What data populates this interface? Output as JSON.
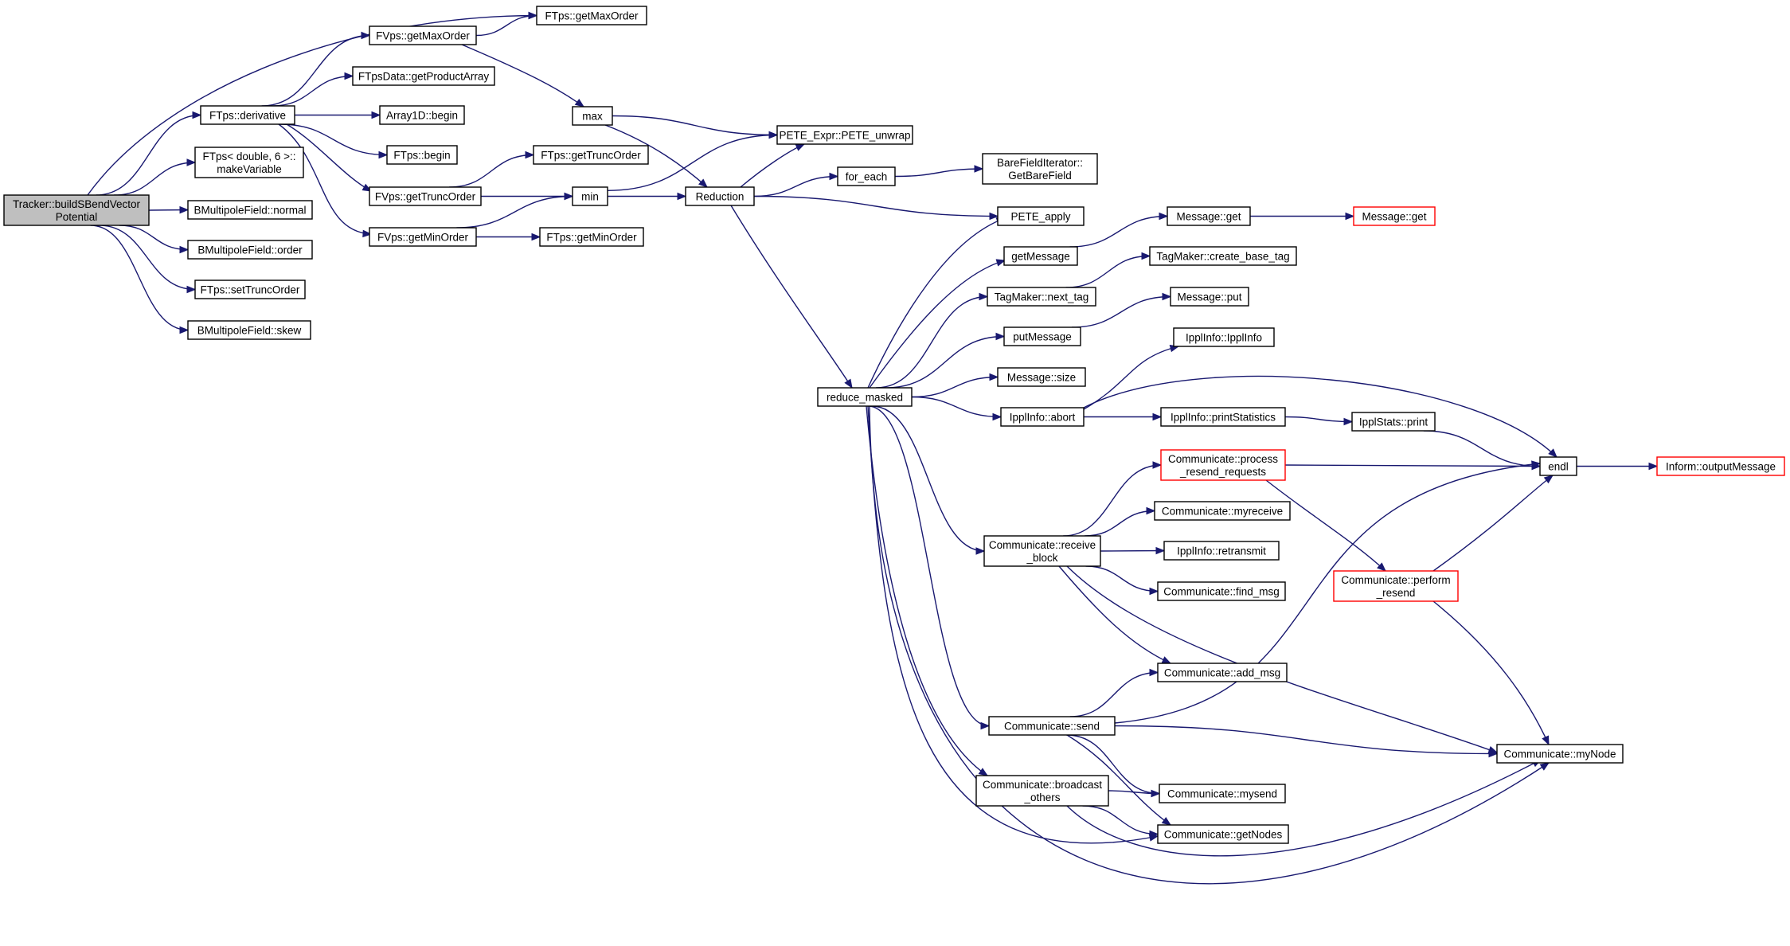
{
  "graph": {
    "nodes": [
      {
        "id": "root",
        "lines": [
          "Tracker::buildSBendVector",
          "Potential"
        ],
        "root": true
      },
      {
        "id": "ftps_getmaxorder",
        "lines": [
          "FTps::getMaxOrder"
        ]
      },
      {
        "id": "fvps_getmaxorder",
        "lines": [
          "FVps::getMaxOrder"
        ]
      },
      {
        "id": "ftpsdata_getproductarray",
        "lines": [
          "FTpsData::getProductArray"
        ]
      },
      {
        "id": "ftps_derivative",
        "lines": [
          "FTps::derivative"
        ]
      },
      {
        "id": "array1d_begin",
        "lines": [
          "Array1D::begin"
        ]
      },
      {
        "id": "ftps_begin",
        "lines": [
          "FTps::begin"
        ]
      },
      {
        "id": "ftps_makevariable",
        "lines": [
          "FTps< double, 6 >::",
          "makeVariable"
        ]
      },
      {
        "id": "bmultipole_normal",
        "lines": [
          "BMultipoleField::normal"
        ]
      },
      {
        "id": "bmultipole_order",
        "lines": [
          "BMultipoleField::order"
        ]
      },
      {
        "id": "ftps_settruncorder",
        "lines": [
          "FTps::setTruncOrder"
        ]
      },
      {
        "id": "bmultipole_skew",
        "lines": [
          "BMultipoleField::skew"
        ]
      },
      {
        "id": "fvps_gettruncorder",
        "lines": [
          "FVps::getTruncOrder"
        ]
      },
      {
        "id": "fvps_getminorder",
        "lines": [
          "FVps::getMinOrder"
        ]
      },
      {
        "id": "ftps_gettruncorder",
        "lines": [
          "FTps::getTruncOrder"
        ]
      },
      {
        "id": "ftps_getminorder",
        "lines": [
          "FTps::getMinOrder"
        ]
      },
      {
        "id": "max",
        "lines": [
          "max"
        ]
      },
      {
        "id": "min",
        "lines": [
          "min"
        ]
      },
      {
        "id": "reduction",
        "lines": [
          "Reduction"
        ]
      },
      {
        "id": "pete_unwrap",
        "lines": [
          "PETE_Expr::PETE_unwrap"
        ]
      },
      {
        "id": "for_each",
        "lines": [
          "for_each"
        ]
      },
      {
        "id": "barefield",
        "lines": [
          "BareFieldIterator::",
          "GetBareField"
        ]
      },
      {
        "id": "pete_apply",
        "lines": [
          "PETE_apply"
        ]
      },
      {
        "id": "getmessage",
        "lines": [
          "getMessage"
        ]
      },
      {
        "id": "message_get",
        "lines": [
          "Message::get"
        ]
      },
      {
        "id": "message_get_red",
        "lines": [
          "Message::get"
        ],
        "truncated": true
      },
      {
        "id": "tagmaker_create",
        "lines": [
          "TagMaker::create_base_tag"
        ]
      },
      {
        "id": "tagmaker_next",
        "lines": [
          "TagMaker::next_tag"
        ]
      },
      {
        "id": "putmessage",
        "lines": [
          "putMessage"
        ]
      },
      {
        "id": "message_put",
        "lines": [
          "Message::put"
        ]
      },
      {
        "id": "message_size",
        "lines": [
          "Message::size"
        ]
      },
      {
        "id": "ipplinfo_ipplinfo",
        "lines": [
          "IpplInfo::IpplInfo"
        ]
      },
      {
        "id": "reduce_masked",
        "lines": [
          "reduce_masked"
        ]
      },
      {
        "id": "ipplinfo_abort",
        "lines": [
          "IpplInfo::abort"
        ]
      },
      {
        "id": "ipplinfo_printstats",
        "lines": [
          "IpplInfo::printStatistics"
        ]
      },
      {
        "id": "ipplstats_print",
        "lines": [
          "IpplStats::print"
        ]
      },
      {
        "id": "comm_process_resend",
        "lines": [
          "Communicate::process",
          "_resend_requests"
        ],
        "truncated": true
      },
      {
        "id": "endl",
        "lines": [
          "endl"
        ]
      },
      {
        "id": "inform_output",
        "lines": [
          "Inform::outputMessage"
        ],
        "truncated": true
      },
      {
        "id": "comm_myreceive",
        "lines": [
          "Communicate::myreceive"
        ]
      },
      {
        "id": "comm_receive_block",
        "lines": [
          "Communicate::receive",
          "_block"
        ]
      },
      {
        "id": "ipplinfo_retransmit",
        "lines": [
          "IpplInfo::retransmit"
        ]
      },
      {
        "id": "comm_perform_resend",
        "lines": [
          "Communicate::perform",
          "_resend"
        ],
        "truncated": true
      },
      {
        "id": "comm_find_msg",
        "lines": [
          "Communicate::find_msg"
        ]
      },
      {
        "id": "comm_add_msg",
        "lines": [
          "Communicate::add_msg"
        ]
      },
      {
        "id": "comm_send",
        "lines": [
          "Communicate::send"
        ]
      },
      {
        "id": "comm_mynode",
        "lines": [
          "Communicate::myNode"
        ]
      },
      {
        "id": "comm_broadcast",
        "lines": [
          "Communicate::broadcast",
          "_others"
        ]
      },
      {
        "id": "comm_mysend",
        "lines": [
          "Communicate::mysend"
        ]
      },
      {
        "id": "comm_getnodes",
        "lines": [
          "Communicate::getNodes"
        ]
      }
    ],
    "edges": [
      [
        "root",
        "ftps_getmaxorder"
      ],
      [
        "root",
        "ftps_derivative"
      ],
      [
        "root",
        "ftps_makevariable"
      ],
      [
        "root",
        "bmultipole_normal"
      ],
      [
        "root",
        "bmultipole_order"
      ],
      [
        "root",
        "ftps_settruncorder"
      ],
      [
        "root",
        "bmultipole_skew"
      ],
      [
        "ftps_derivative",
        "fvps_getmaxorder"
      ],
      [
        "ftps_derivative",
        "ftpsdata_getproductarray"
      ],
      [
        "ftps_derivative",
        "array1d_begin"
      ],
      [
        "ftps_derivative",
        "ftps_begin"
      ],
      [
        "ftps_derivative",
        "fvps_gettruncorder"
      ],
      [
        "ftps_derivative",
        "fvps_getminorder"
      ],
      [
        "fvps_getmaxorder",
        "ftps_getmaxorder"
      ],
      [
        "fvps_getmaxorder",
        "max"
      ],
      [
        "fvps_gettruncorder",
        "ftps_gettruncorder"
      ],
      [
        "fvps_gettruncorder",
        "min"
      ],
      [
        "fvps_getminorder",
        "min"
      ],
      [
        "fvps_getminorder",
        "ftps_getminorder"
      ],
      [
        "max",
        "pete_unwrap"
      ],
      [
        "max",
        "reduction"
      ],
      [
        "min",
        "pete_unwrap"
      ],
      [
        "min",
        "reduction"
      ],
      [
        "reduction",
        "pete_unwrap"
      ],
      [
        "reduction",
        "for_each"
      ],
      [
        "reduction",
        "pete_apply"
      ],
      [
        "reduction",
        "reduce_masked"
      ],
      [
        "for_each",
        "barefield"
      ],
      [
        "reduce_masked",
        "pete_apply"
      ],
      [
        "reduce_masked",
        "getmessage"
      ],
      [
        "reduce_masked",
        "tagmaker_next"
      ],
      [
        "reduce_masked",
        "putmessage"
      ],
      [
        "reduce_masked",
        "message_size"
      ],
      [
        "reduce_masked",
        "ipplinfo_abort"
      ],
      [
        "reduce_masked",
        "comm_receive_block"
      ],
      [
        "reduce_masked",
        "comm_send"
      ],
      [
        "reduce_masked",
        "comm_broadcast"
      ],
      [
        "reduce_masked",
        "comm_getnodes"
      ],
      [
        "reduce_masked",
        "comm_mynode"
      ],
      [
        "getmessage",
        "message_get"
      ],
      [
        "message_get",
        "message_get_red"
      ],
      [
        "tagmaker_next",
        "tagmaker_create"
      ],
      [
        "putmessage",
        "message_put"
      ],
      [
        "ipplinfo_abort",
        "ipplinfo_ipplinfo"
      ],
      [
        "ipplinfo_abort",
        "endl"
      ],
      [
        "ipplinfo_abort",
        "ipplinfo_printstats"
      ],
      [
        "ipplinfo_printstats",
        "ipplstats_print"
      ],
      [
        "ipplstats_print",
        "endl"
      ],
      [
        "comm_process_resend",
        "endl"
      ],
      [
        "comm_process_resend",
        "comm_perform_resend"
      ],
      [
        "endl",
        "inform_output"
      ],
      [
        "comm_receive_block",
        "comm_process_resend"
      ],
      [
        "comm_receive_block",
        "comm_myreceive"
      ],
      [
        "comm_receive_block",
        "ipplinfo_retransmit"
      ],
      [
        "comm_receive_block",
        "comm_find_msg"
      ],
      [
        "comm_receive_block",
        "comm_add_msg"
      ],
      [
        "comm_receive_block",
        "comm_mynode"
      ],
      [
        "comm_perform_resend",
        "endl"
      ],
      [
        "comm_perform_resend",
        "comm_mynode"
      ],
      [
        "comm_send",
        "comm_add_msg"
      ],
      [
        "comm_send",
        "endl"
      ],
      [
        "comm_send",
        "comm_mynode"
      ],
      [
        "comm_send",
        "comm_mysend"
      ],
      [
        "comm_send",
        "comm_getnodes"
      ],
      [
        "comm_broadcast",
        "comm_mysend"
      ],
      [
        "comm_broadcast",
        "comm_getnodes"
      ],
      [
        "comm_broadcast",
        "comm_mynode"
      ]
    ]
  }
}
